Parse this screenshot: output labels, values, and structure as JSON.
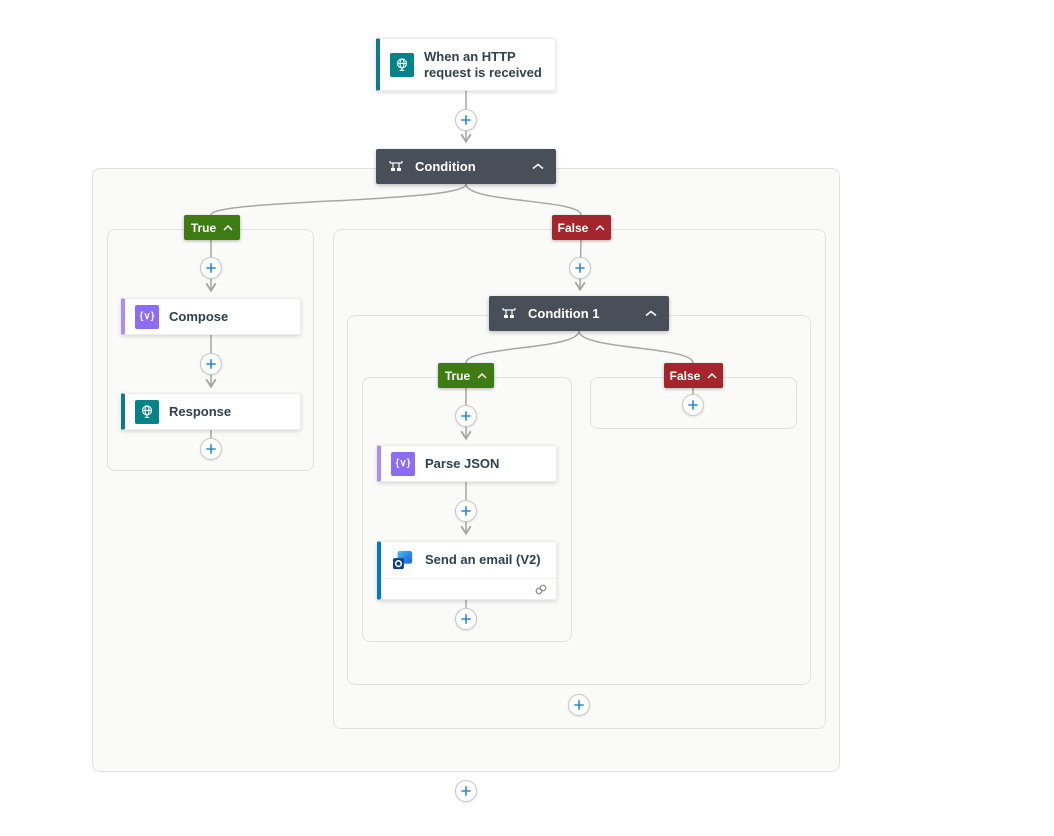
{
  "app": "flow-designer",
  "trigger_card": {
    "title": "When an HTTP request is received"
  },
  "condition_card": {
    "title": "Condition"
  },
  "condition1_card": {
    "title": "Condition 1"
  },
  "badges": {
    "true": "True",
    "false": "False"
  },
  "actions": {
    "compose": {
      "title": "Compose"
    },
    "response": {
      "title": "Response"
    },
    "parse_json": {
      "title": "Parse JSON"
    },
    "send_email": {
      "title": "Send an email (V2)"
    }
  },
  "icons": {
    "trigger": "http-request-globe",
    "condition": "branch",
    "compose": "data-operation-braces",
    "response": "http-request-globe",
    "parse_json": "data-operation-braces",
    "send_email": "outlook-logo",
    "collapse": "chevron-up",
    "insert": "plus",
    "connection": "linked-rings",
    "braces_glyph": "{∨}"
  },
  "colors": {
    "teal": "#038387",
    "purple": "#8c6cf0",
    "purple_border": "#a98ef5",
    "outlook_blue": "#0078d4",
    "condition_dark": "#484f58",
    "true_green": "#3e7c13",
    "false_red": "#a4262c",
    "connector_gray": "#a8a6a4",
    "plus_blue": "#2b88d8",
    "scope_bg": "#fafaf9"
  }
}
